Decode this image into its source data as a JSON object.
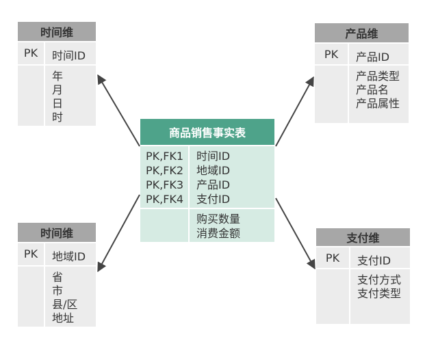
{
  "fact": {
    "title": "商品销售事实表",
    "keys": [
      "PK,FK1",
      "PK,FK2",
      "PK,FK3",
      "PK,FK4"
    ],
    "key_fields": [
      "时间ID",
      "地域ID",
      "产品ID",
      "支付ID"
    ],
    "measures": [
      "购买数量",
      "消费金额"
    ]
  },
  "dims": {
    "time": {
      "title": "时间维",
      "pk": "PK",
      "id": "时间ID",
      "attrs": [
        "年",
        "月",
        "日",
        "时"
      ]
    },
    "product": {
      "title": "产品维",
      "pk": "PK",
      "id": "产品ID",
      "attrs": [
        "产品类型",
        "产品名",
        "产品属性"
      ]
    },
    "region": {
      "title": "时间维",
      "pk": "PK",
      "id": "地域ID",
      "attrs": [
        "省",
        "市",
        "县/区",
        "地址"
      ]
    },
    "payment": {
      "title": "支付维",
      "pk": "PK",
      "id": "支付ID",
      "attrs": [
        "支付方式",
        "支付类型"
      ]
    }
  },
  "colors": {
    "fact_header": "#4ea38a",
    "fact_body": "#d6ebe3",
    "dim_header": "#a7a7a7",
    "dim_body": "#ececec",
    "arrow": "#444444"
  }
}
